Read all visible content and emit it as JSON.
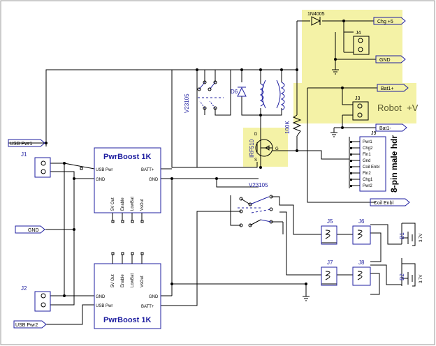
{
  "components": {
    "d_charge": "1N4005",
    "j1": "J1",
    "j2": "J2",
    "j3": "J3",
    "j4": "J4",
    "j5": "J5",
    "j6": "J6",
    "j7": "J7",
    "j8": "J8",
    "j9": "J9",
    "d6": "D6",
    "resistor": "100K",
    "mosfet": "IRF510",
    "relay_top": "V23105",
    "relay_bottom": "V23105",
    "pwrboost_top": "PwrBoost  1K",
    "pwrboost_bottom": "PwrBoost  1K",
    "b1": "B1",
    "b1_v": "3.7V",
    "b2": "B2",
    "b2_v": "3.7V"
  },
  "nets": {
    "chg5": "Chg +5",
    "gnd_top": "GND",
    "bat1p": "Bat1+",
    "bat1m": "Bat1-",
    "coil_enbl": "Coil Enbl",
    "usb_pwr1": "USB Pwr1",
    "gnd_left": "GND",
    "usb_pwr2": "USB Pwr2"
  },
  "labels": {
    "robot": "Robot",
    "robot_v": "+V",
    "header": "8-pin male hdr"
  },
  "pins": {
    "usb_pwr": "USB Pwr",
    "gnd": "GND",
    "batt": "BATT+",
    "v5": "5V Out",
    "enable": "Enable",
    "lowbat": "LowBat",
    "vsout": "VsOut",
    "d": "D",
    "g": "G",
    "s": "S"
  },
  "j9_pins": [
    "Pwr1",
    "Chg2",
    "Fin1",
    "Gnd",
    "Coil Enbl",
    "Fin2",
    "Chg1",
    "Pwr2"
  ],
  "colors": {
    "highlight": "#f4f2a6",
    "component": "#1f1fa0",
    "wire": "#000000"
  }
}
